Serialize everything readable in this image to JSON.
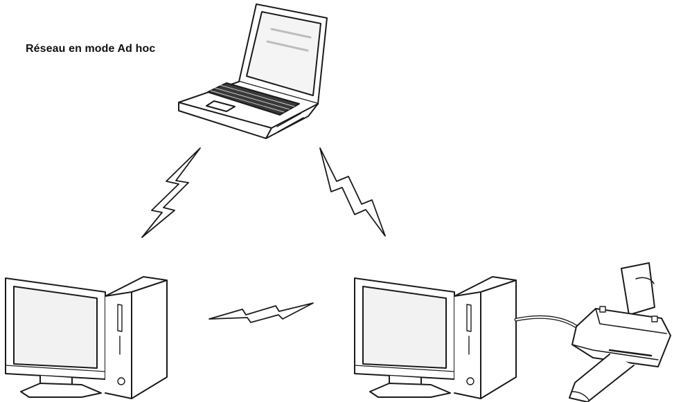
{
  "diagram": {
    "title": "Réseau en mode Ad hoc",
    "nodes": [
      {
        "id": "laptop",
        "kind": "laptop-icon"
      },
      {
        "id": "desktop-left",
        "kind": "desktop-computer-icon"
      },
      {
        "id": "desktop-right",
        "kind": "desktop-computer-icon"
      },
      {
        "id": "printer",
        "kind": "printer-icon",
        "connected_to": "desktop-right",
        "connection": "cable"
      }
    ],
    "links": [
      {
        "from": "laptop",
        "to": "desktop-left",
        "type": "wireless",
        "icon": "lightning-bolt-icon"
      },
      {
        "from": "laptop",
        "to": "desktop-right",
        "type": "wireless",
        "icon": "lightning-bolt-icon"
      },
      {
        "from": "desktop-left",
        "to": "desktop-right",
        "type": "wireless",
        "icon": "lightning-bolt-icon"
      }
    ]
  },
  "colors": {
    "line": "#1a1a1a",
    "fill": "#ffffff",
    "screen": "#f2f2f2",
    "keyboard": "#3a3a3a"
  }
}
